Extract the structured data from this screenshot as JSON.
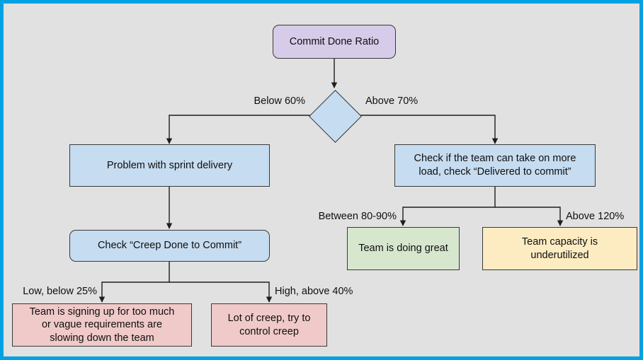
{
  "diagram": {
    "title": "Commit Done Ratio decision flowchart",
    "background_color": "#e1e1e1",
    "border_color": "#00a2e1",
    "nodes": {
      "root": {
        "label": "Commit Done Ratio",
        "shape": "rounded-rectangle",
        "color": "#d6cbe8"
      },
      "decision": {
        "label": "",
        "shape": "diamond",
        "color": "#c6dcf0"
      },
      "problem_sprint": {
        "label": "Problem with sprint delivery",
        "shape": "rectangle",
        "color": "#c6dcf0"
      },
      "check_more_load": {
        "label": "Check if the team can take on more\nload, check “Delivered to commit”",
        "shape": "rectangle",
        "color": "#c6dcf0"
      },
      "check_creep": {
        "label": "Check “Creep Done to Commit”",
        "shape": "rounded-rectangle",
        "color": "#c6dcf0"
      },
      "team_great": {
        "label": "Team is doing great",
        "shape": "rectangle",
        "color": "#d6e7ce"
      },
      "capacity_under": {
        "label": "Team capacity is\nunderutilized",
        "shape": "rectangle",
        "color": "#fdecc2"
      },
      "signing_up": {
        "label": "Team is signing up for too much\nor vague requirements are\nslowing down the team",
        "shape": "rectangle",
        "color": "#f0c9c9"
      },
      "lot_of_creep": {
        "label": "Lot of creep, try to\ncontrol creep",
        "shape": "rectangle",
        "color": "#f0c9c9"
      }
    },
    "edge_labels": {
      "below_60": "Below 60%",
      "above_70": "Above 70%",
      "between_80_90": "Between 80-90%",
      "above_120": "Above 120%",
      "low_below_25": "Low, below 25%",
      "high_above_40": "High, above 40%"
    }
  }
}
